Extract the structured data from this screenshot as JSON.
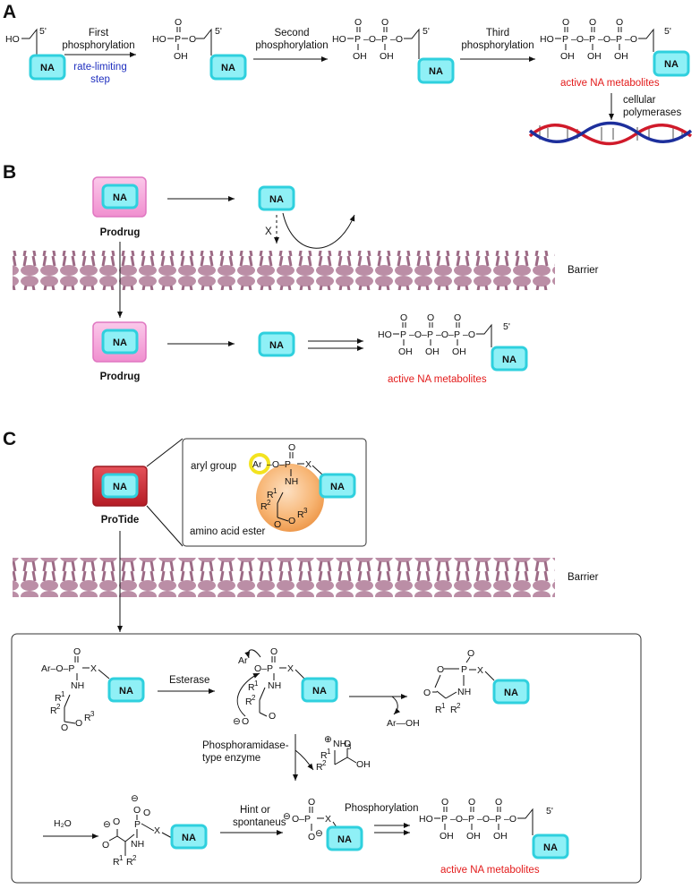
{
  "panels": {
    "a": "A",
    "b": "B",
    "c": "C"
  },
  "na_label": "NA",
  "five_prime": "5'",
  "panel_a": {
    "step1_line1": "First",
    "step1_line2": "phosphorylation",
    "rate_limiting_line1": "rate-limiting",
    "rate_limiting_line2": "step",
    "step2_line1": "Second",
    "step2_line2": "phosphorylation",
    "step3_line1": "Third",
    "step3_line2": "phosphorylation",
    "active_metabolites": "active NA metabolites",
    "polymerases_line1": "cellular",
    "polymerases_line2": "polymerases"
  },
  "panel_b": {
    "prodrug": "Prodrug",
    "barrier": "Barrier",
    "blocked": "X",
    "active_metabolites": "active NA metabolites"
  },
  "panel_c": {
    "protide": "ProTide",
    "aryl_group": "aryl group",
    "amino_acid_ester": "amino acid ester",
    "barrier": "Barrier",
    "esterase": "Esterase",
    "phosphoramidase_line1": "Phosphoramidase-",
    "phosphoramidase_line2": "type enzyme",
    "water": "H₂O",
    "hint_line1": "Hint or",
    "hint_line2": "spontaneus",
    "phosphorylation": "Phosphorylation",
    "ar_oh": "Ar—OH",
    "active_metabolites": "active NA metabolites"
  },
  "colors": {
    "na_fill": "#8ff0f6",
    "na_border": "#2fd0de",
    "prodrug_fill": "#f7a8dc",
    "protide_fill": "#c9262f",
    "barrier": "#b98ba3",
    "red_text": "#e31b1b",
    "blue_text": "#1f2fbf",
    "amino_ball": "#f7b472",
    "aryl_ring": "#f3e320"
  }
}
